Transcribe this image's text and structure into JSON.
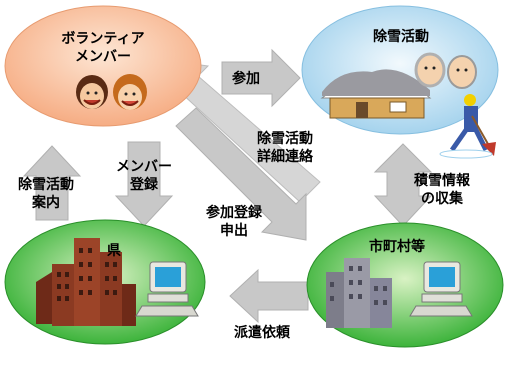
{
  "nodes": {
    "volunteers": {
      "title_line1": "ボランティア",
      "title_line2": "メンバー"
    },
    "snow_removal": {
      "title": "除雪活動"
    },
    "prefecture": {
      "title": "県"
    },
    "municipalities": {
      "title": "市町村等"
    }
  },
  "arrows": {
    "participate": "参加",
    "details_contact": {
      "line1": "除雪活動",
      "line2": "詳細連絡"
    },
    "member_register": {
      "line1": "メンバー",
      "line2": "登録"
    },
    "activity_guide": {
      "line1": "除雪活動",
      "line2": "案内"
    },
    "participation_request": {
      "line1": "参加登録",
      "line2": "申出"
    },
    "snow_info_collection": {
      "line1": "積雪情報",
      "line2": "の収集"
    },
    "dispatch_request": "派遣依頼"
  },
  "colors": {
    "volunteers_fill": "#f8c09a",
    "snow_fill": "#bfe0f2",
    "green_fill": "#3fb23a",
    "arrow_fill": "#c8c8c8",
    "building_brown": "#8b3a22",
    "building_gray": "#9a9aa6"
  }
}
